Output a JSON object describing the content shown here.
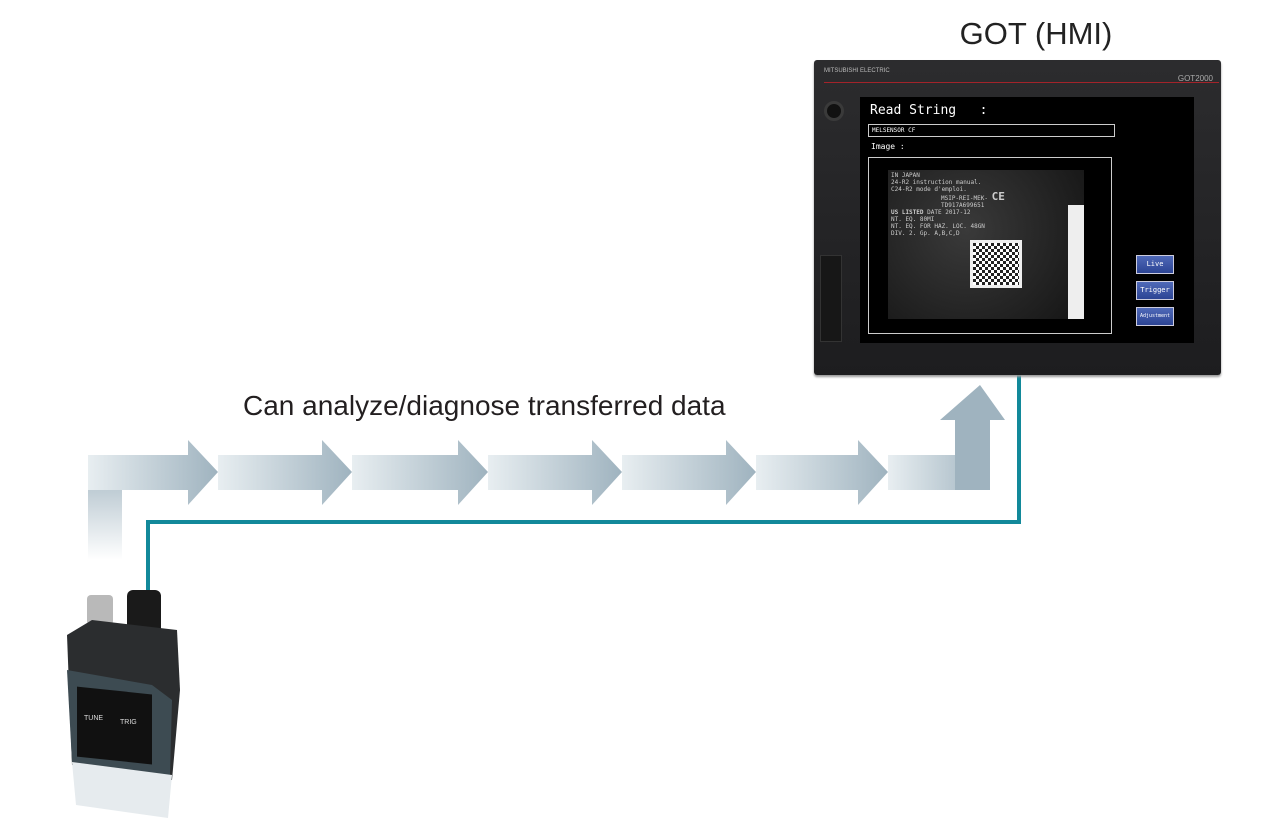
{
  "title": "GOT (HMI)",
  "caption": "Can analyze/diagnose transferred data",
  "colors": {
    "arrow": "#9fb3bf",
    "cable": "#12899a"
  },
  "hmi": {
    "brand": "MITSUBISHI ELECTRIC",
    "model": "GOT2000",
    "read_string_label": "Read String   :",
    "read_string_value": "MELSENSOR CF",
    "image_label": "Image :",
    "photo_text": [
      "IN JAPAN",
      "24-R2 instruction manual.",
      "C24-R2 mode d'emploi.",
      "MSIP-REI-MEK-",
      "TD917A699651",
      "DATE 2017-12",
      "US LISTED",
      "CE",
      "NT. EQ.  80MI",
      "NT. EQ. FOR HAZ. LOC. 48GN",
      "DIV. 2. Gp. A,B,C,D"
    ],
    "buttons": [
      "Live",
      "Trigger",
      "Adjustment"
    ]
  },
  "sensor": {
    "buttons": [
      "TUNE",
      "TRIG"
    ]
  }
}
